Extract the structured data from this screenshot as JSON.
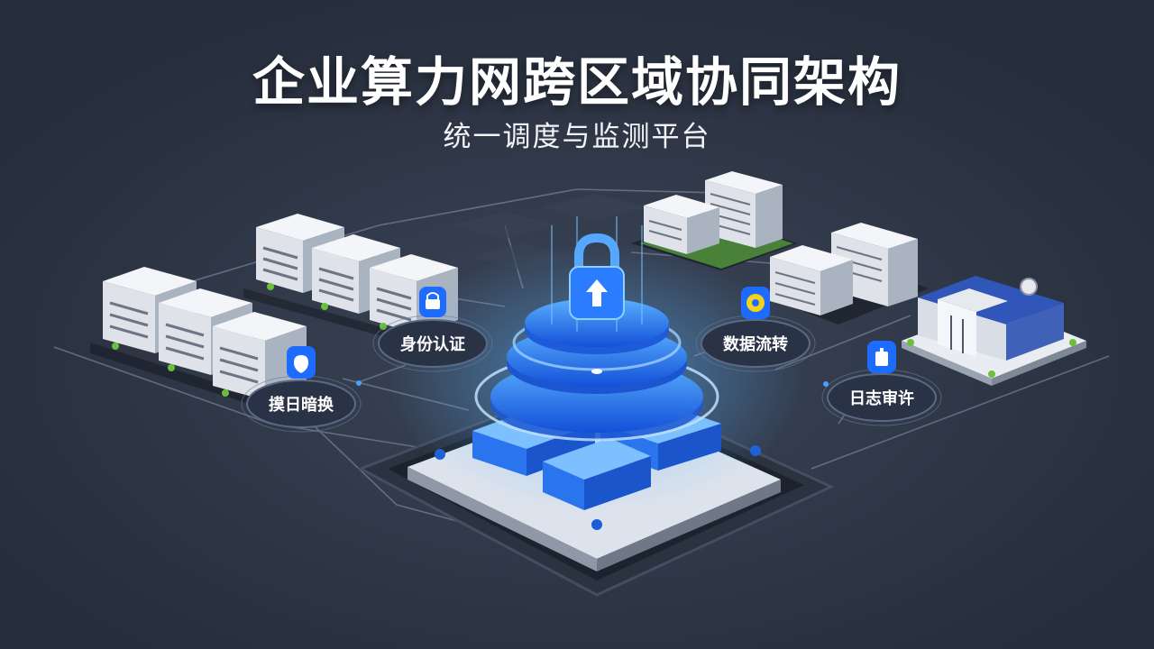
{
  "title": "企业算力网跨区域协同架构",
  "subtitle": "统一调度与监测平台",
  "badges": [
    {
      "id": "identity",
      "label": "身份认证",
      "icon": "lock-icon"
    },
    {
      "id": "swap",
      "label": "摸日暗换",
      "icon": "shield-icon"
    },
    {
      "id": "dataflow",
      "label": "数据流转",
      "icon": "circle-icon"
    },
    {
      "id": "audit",
      "label": "日志审许",
      "icon": "file-lock-icon"
    }
  ],
  "center_icon": "padlock-icon",
  "colors": {
    "background": "#2f3747",
    "accent": "#1e6bff",
    "glow": "#3aa0ff",
    "badge_fill": "#2a3346",
    "building": "#d8dde5"
  }
}
